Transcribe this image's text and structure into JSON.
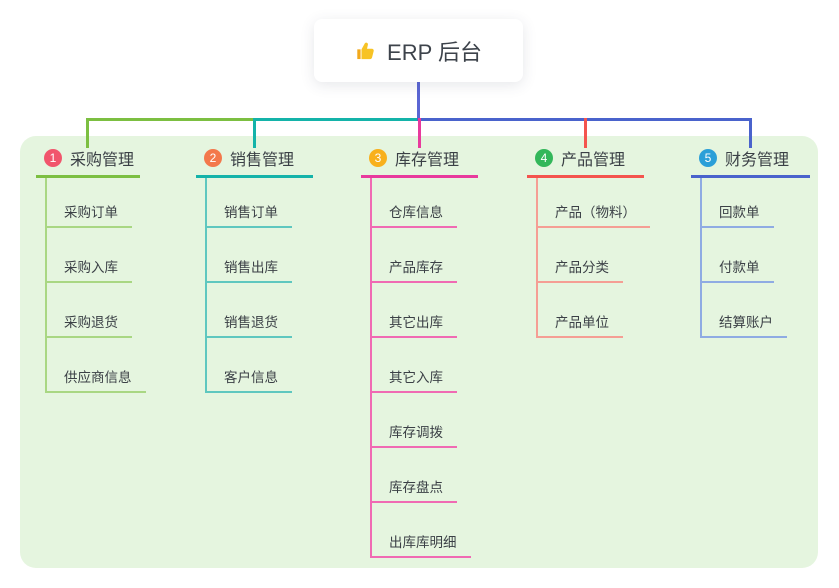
{
  "root": {
    "icon": "thumbs-up-icon",
    "label": "ERP 后台"
  },
  "branches": [
    {
      "number": "1",
      "label": "采购管理",
      "badge_color": "#f1556c",
      "line_color": "#7cbf41",
      "child_line_color": "#a9d783",
      "children": [
        "采购订单",
        "采购入库",
        "采购退货",
        "供应商信息"
      ]
    },
    {
      "number": "2",
      "label": "销售管理",
      "badge_color": "#f3784b",
      "line_color": "#14b3a9",
      "child_line_color": "#5fc7bf",
      "children": [
        "销售订单",
        "销售出库",
        "销售退货",
        "客户信息"
      ]
    },
    {
      "number": "3",
      "label": "库存管理",
      "badge_color": "#f8b01c",
      "line_color": "#e83a9d",
      "child_line_color": "#f06ab3",
      "children": [
        "仓库信息",
        "产品库存",
        "其它出库",
        "其它入库",
        "库存调拨",
        "库存盘点",
        "出库库明细"
      ]
    },
    {
      "number": "4",
      "label": "产品管理",
      "badge_color": "#33b75a",
      "line_color": "#f4544e",
      "child_line_color": "#f59e94",
      "children": [
        "产品（物料）",
        "产品分类",
        "产品单位"
      ]
    },
    {
      "number": "5",
      "label": "财务管理",
      "badge_color": "#2b9fd8",
      "line_color": "#4a63cc",
      "child_line_color": "#8fabe3",
      "children": [
        "回款单",
        "付款单",
        "结算账户"
      ]
    }
  ],
  "colors": {
    "canvas_bg": "#ffffff",
    "panel_bg": "#e5f5df",
    "root_line": "#5b66d4",
    "text": "#3b4046"
  }
}
